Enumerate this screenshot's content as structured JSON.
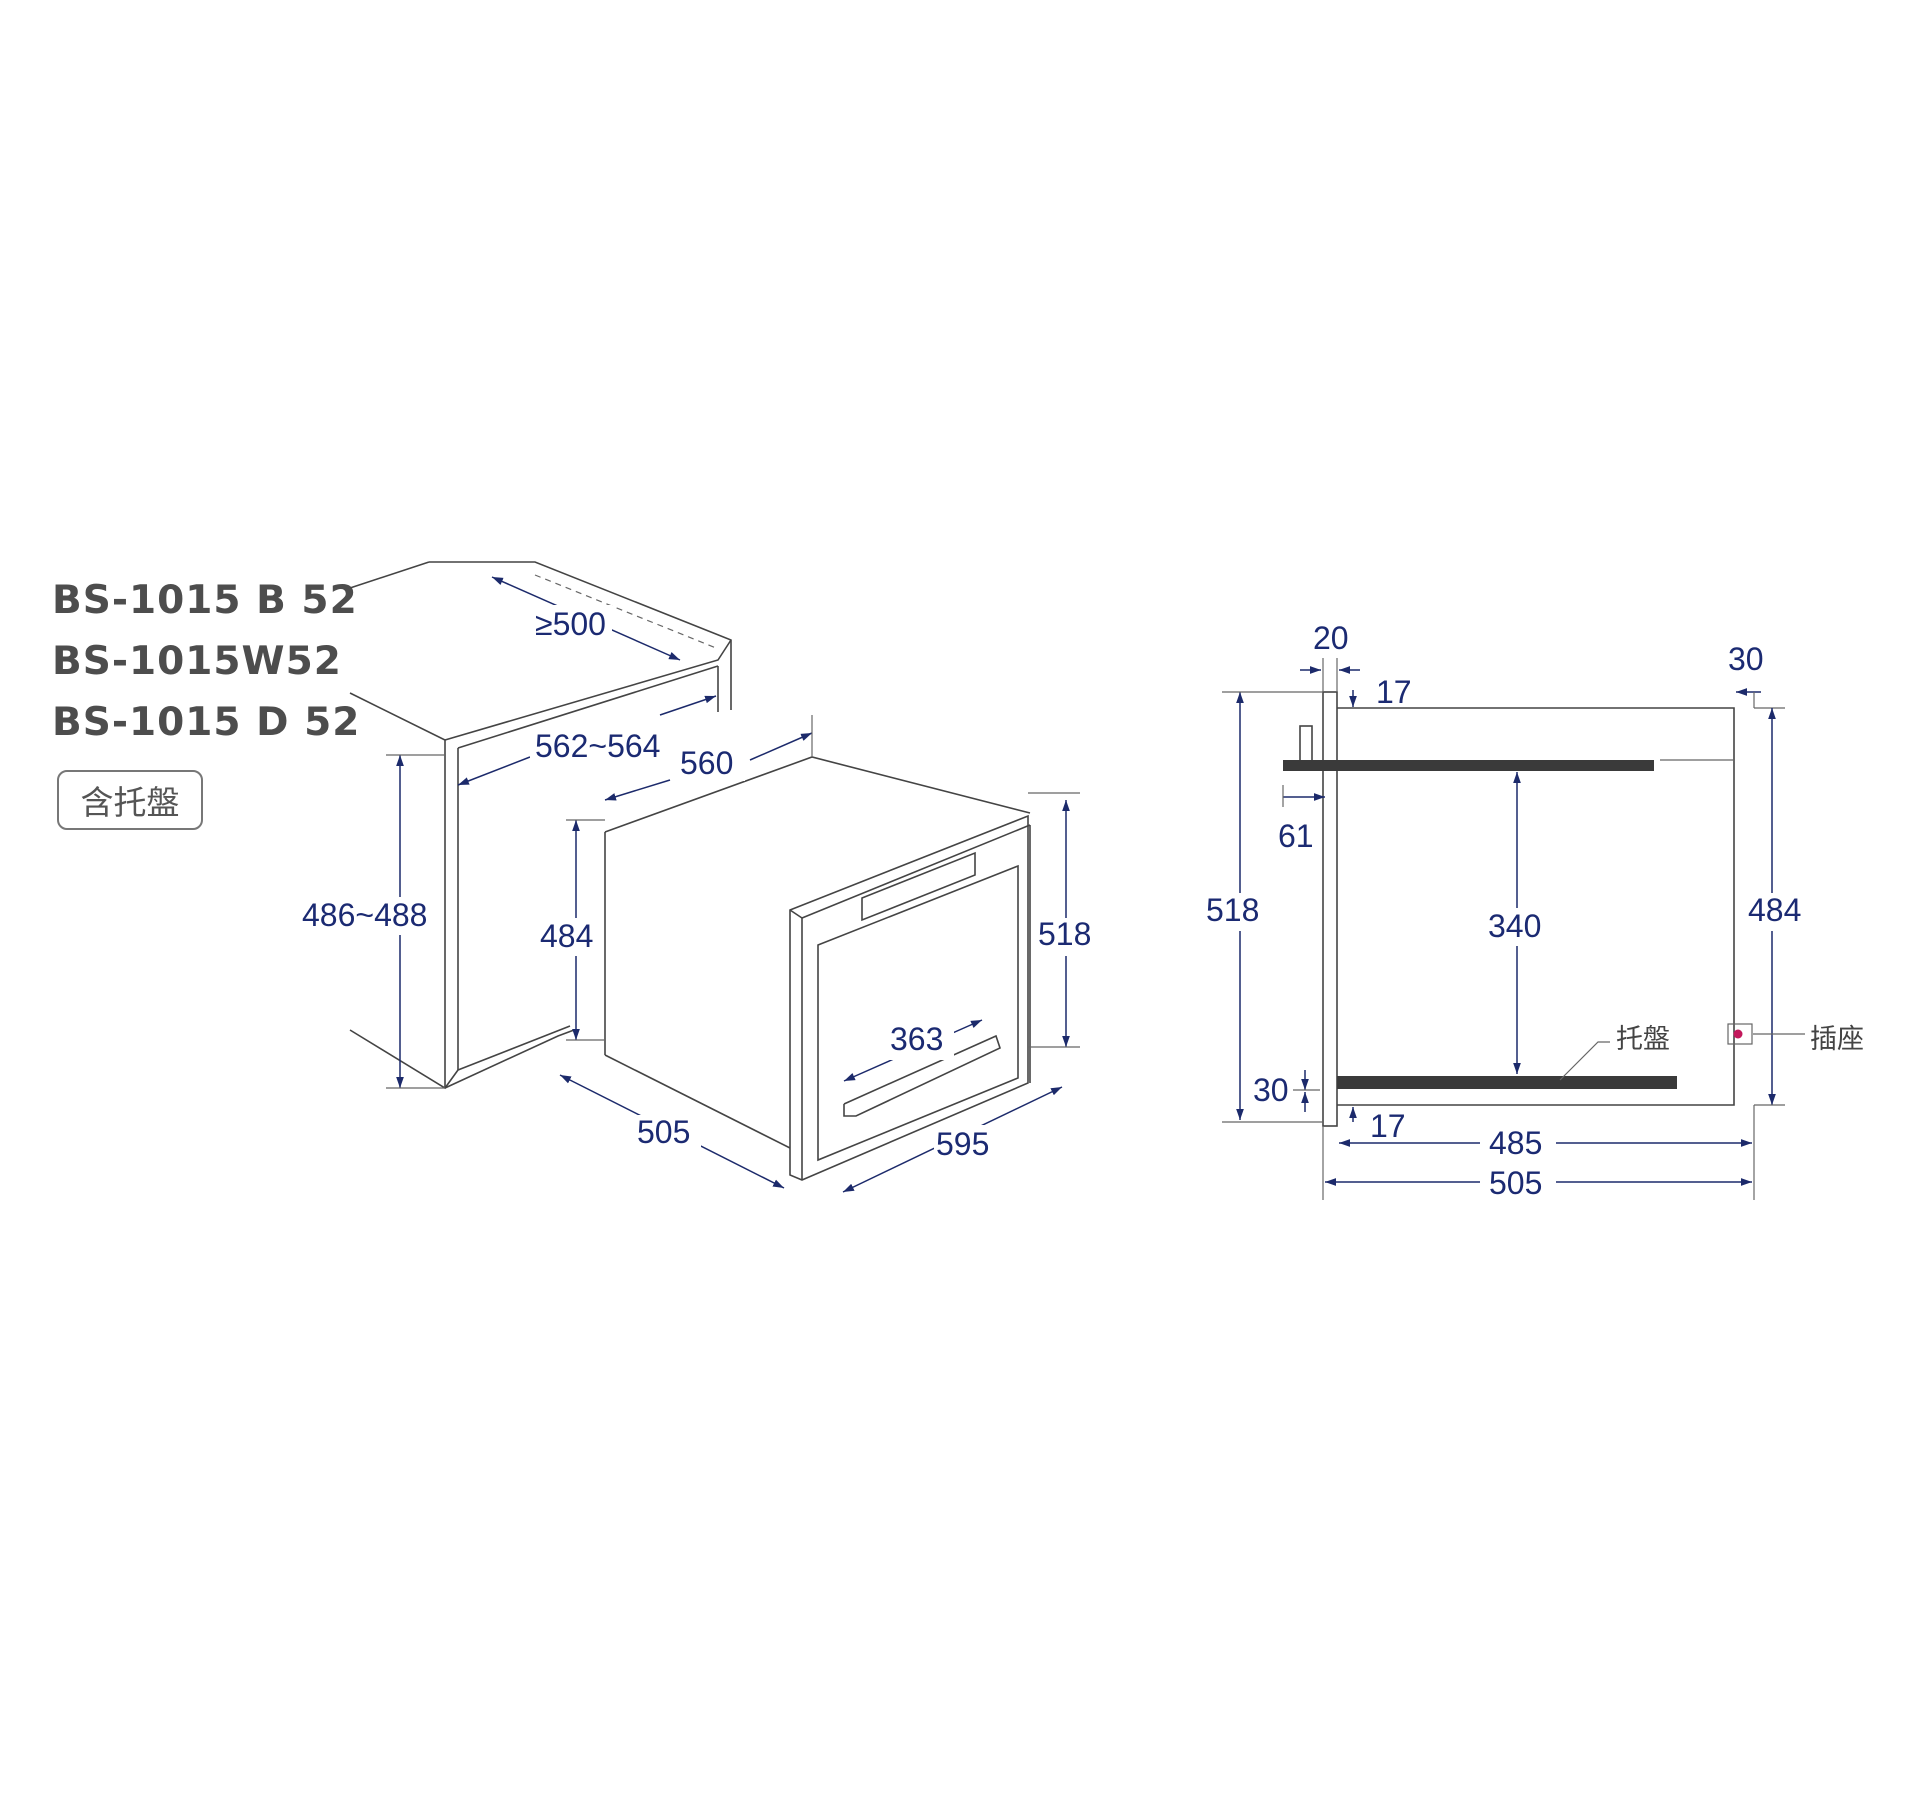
{
  "models": [
    "BS-1015 B 52",
    "BS-1015W52",
    "BS-1015 D 52"
  ],
  "badge": "含托盤",
  "iso_dims": {
    "depth_min": "≥500",
    "niche_width": "562~564",
    "body_width": "560",
    "niche_height": "486~488",
    "body_height": "484",
    "front_height": "518",
    "handle": "363",
    "depth": "505",
    "front_width": "595"
  },
  "side_dims": {
    "panel": "20",
    "top_gap": "17",
    "back_gap": "30",
    "tray_offset": "61",
    "total_height": "518",
    "tray_spacing": "340",
    "body_height": "484",
    "bottom_gap": "30",
    "bottom_offset": "17",
    "inner_depth": "485",
    "total_depth": "505"
  },
  "labels": {
    "tray": "托盤",
    "socket": "插座"
  },
  "colors": {
    "dimension": "#1b2a72",
    "outline": "#444444",
    "tray": "#3a3a3a",
    "socket": "#c2185b"
  }
}
